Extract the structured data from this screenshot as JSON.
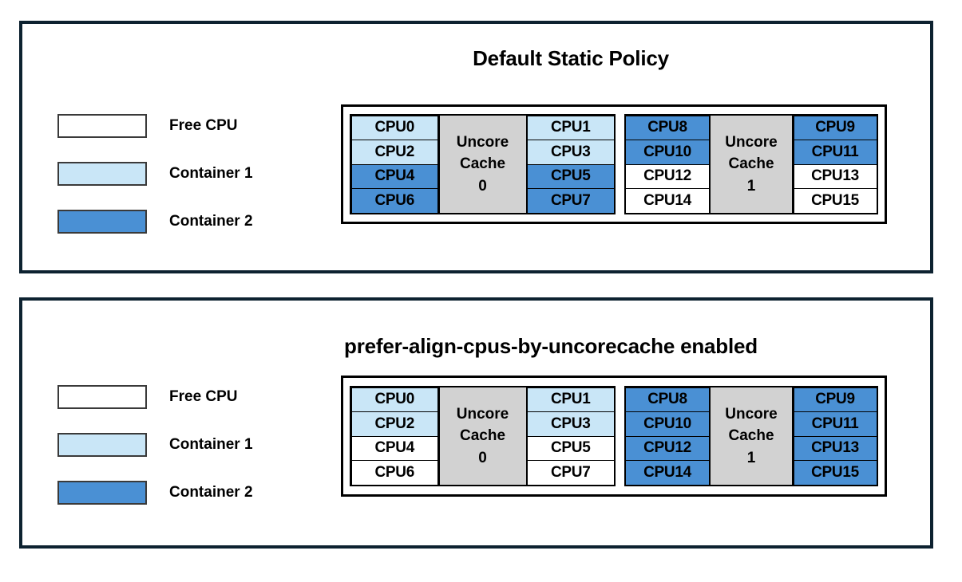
{
  "colors": {
    "frame_border": "#0d2230",
    "free_cpu": "#ffffff",
    "container_1": "#c9e6f7",
    "container_2": "#4a90d4",
    "cache_block": "#d2d2d2",
    "cell_border": "#000000"
  },
  "legend": {
    "items": [
      {
        "label": "Free CPU",
        "fill": "free"
      },
      {
        "label": "Container 1",
        "fill": "c1"
      },
      {
        "label": "Container 2",
        "fill": "c2"
      }
    ]
  },
  "panels": [
    {
      "id": "default-static-policy",
      "title": "Default Static Policy",
      "groups": [
        {
          "cache_label_line1": "Uncore",
          "cache_label_line2": "Cache",
          "cache_label_line3": "0",
          "left_column": [
            {
              "label": "CPU0",
              "fill": "c1"
            },
            {
              "label": "CPU2",
              "fill": "c1"
            },
            {
              "label": "CPU4",
              "fill": "c2"
            },
            {
              "label": "CPU6",
              "fill": "c2"
            }
          ],
          "right_column": [
            {
              "label": "CPU1",
              "fill": "c1"
            },
            {
              "label": "CPU3",
              "fill": "c1"
            },
            {
              "label": "CPU5",
              "fill": "c2"
            },
            {
              "label": "CPU7",
              "fill": "c2"
            }
          ]
        },
        {
          "cache_label_line1": "Uncore",
          "cache_label_line2": "Cache",
          "cache_label_line3": "1",
          "left_column": [
            {
              "label": "CPU8",
              "fill": "c2"
            },
            {
              "label": "CPU10",
              "fill": "c2"
            },
            {
              "label": "CPU12",
              "fill": "free"
            },
            {
              "label": "CPU14",
              "fill": "free"
            }
          ],
          "right_column": [
            {
              "label": "CPU9",
              "fill": "c2"
            },
            {
              "label": "CPU11",
              "fill": "c2"
            },
            {
              "label": "CPU13",
              "fill": "free"
            },
            {
              "label": "CPU15",
              "fill": "free"
            }
          ]
        }
      ]
    },
    {
      "id": "prefer-align-cpus-by-uncorecache-enabled",
      "title": "prefer-align-cpus-by-uncorecache enabled",
      "groups": [
        {
          "cache_label_line1": "Uncore",
          "cache_label_line2": "Cache",
          "cache_label_line3": "0",
          "left_column": [
            {
              "label": "CPU0",
              "fill": "c1"
            },
            {
              "label": "CPU2",
              "fill": "c1"
            },
            {
              "label": "CPU4",
              "fill": "free"
            },
            {
              "label": "CPU6",
              "fill": "free"
            }
          ],
          "right_column": [
            {
              "label": "CPU1",
              "fill": "c1"
            },
            {
              "label": "CPU3",
              "fill": "c1"
            },
            {
              "label": "CPU5",
              "fill": "free"
            },
            {
              "label": "CPU7",
              "fill": "free"
            }
          ]
        },
        {
          "cache_label_line1": "Uncore",
          "cache_label_line2": "Cache",
          "cache_label_line3": "1",
          "left_column": [
            {
              "label": "CPU8",
              "fill": "c2"
            },
            {
              "label": "CPU10",
              "fill": "c2"
            },
            {
              "label": "CPU12",
              "fill": "c2"
            },
            {
              "label": "CPU14",
              "fill": "c2"
            }
          ],
          "right_column": [
            {
              "label": "CPU9",
              "fill": "c2"
            },
            {
              "label": "CPU11",
              "fill": "c2"
            },
            {
              "label": "CPU13",
              "fill": "c2"
            },
            {
              "label": "CPU15",
              "fill": "c2"
            }
          ]
        }
      ]
    }
  ]
}
